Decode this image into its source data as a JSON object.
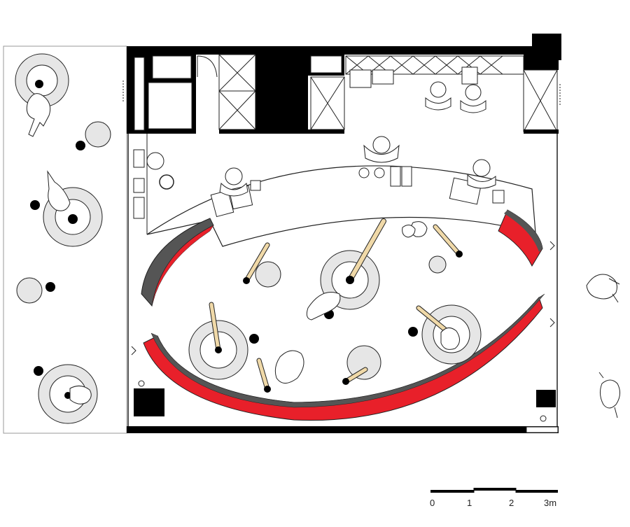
{
  "scale_bar": {
    "labels": [
      "0",
      "1",
      "2",
      "3m"
    ]
  },
  "colors": {
    "wall": "#000000",
    "accent_wall": "#e8202a",
    "accent_wall_dark": "#555555",
    "table_disc": "#e6e6e6",
    "pole": "#f0d9a8",
    "line": "#222222"
  },
  "icons": {
    "person": "person-topview-icon",
    "table": "round-table-icon",
    "stool": "stool-icon",
    "lamp": "floor-lamp-icon",
    "door": "door-swing-icon"
  }
}
